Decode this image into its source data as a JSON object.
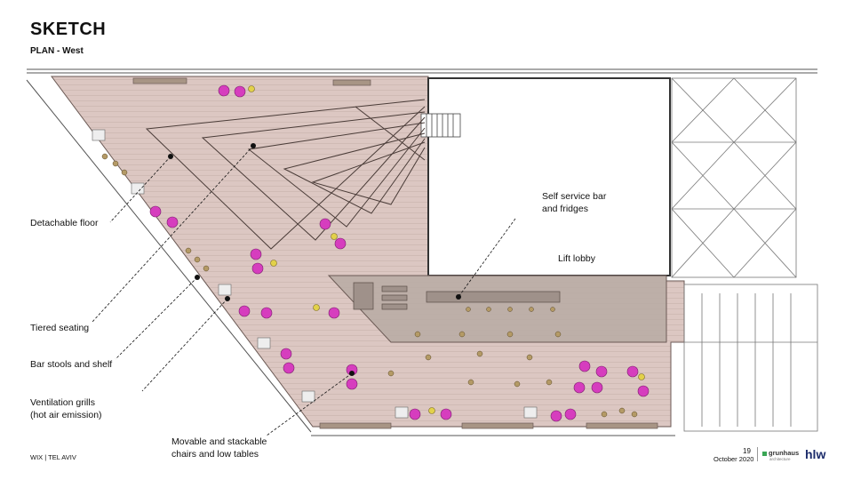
{
  "header": {
    "title": "SKETCH",
    "subtitle": "PLAN - West"
  },
  "labels": {
    "detachable_floor": "Detachable floor",
    "tiered_seating": "Tiered seating",
    "bar_stools": "Bar stools and shelf",
    "ventilation_1": "Ventilation grills",
    "ventilation_2": "(hot air emission)",
    "movable_1": "Movable and stackable",
    "movable_2": "chairs and low tables",
    "self_service_1": "Self service bar",
    "self_service_2": "and fridges",
    "lift_lobby": "Lift lobby"
  },
  "footer": {
    "left": "WIX | TEL AVIV",
    "page": "19",
    "date": "October 2020",
    "logo_1": "grunhaus",
    "logo_1_sub": "architecture",
    "logo_2": "hlw"
  },
  "colors": {
    "floor": "#dcc7c2",
    "bar": "#b7aaa3",
    "chair": "#d63dbe",
    "stool": "#b49a66",
    "accent": "#e2d14a"
  }
}
